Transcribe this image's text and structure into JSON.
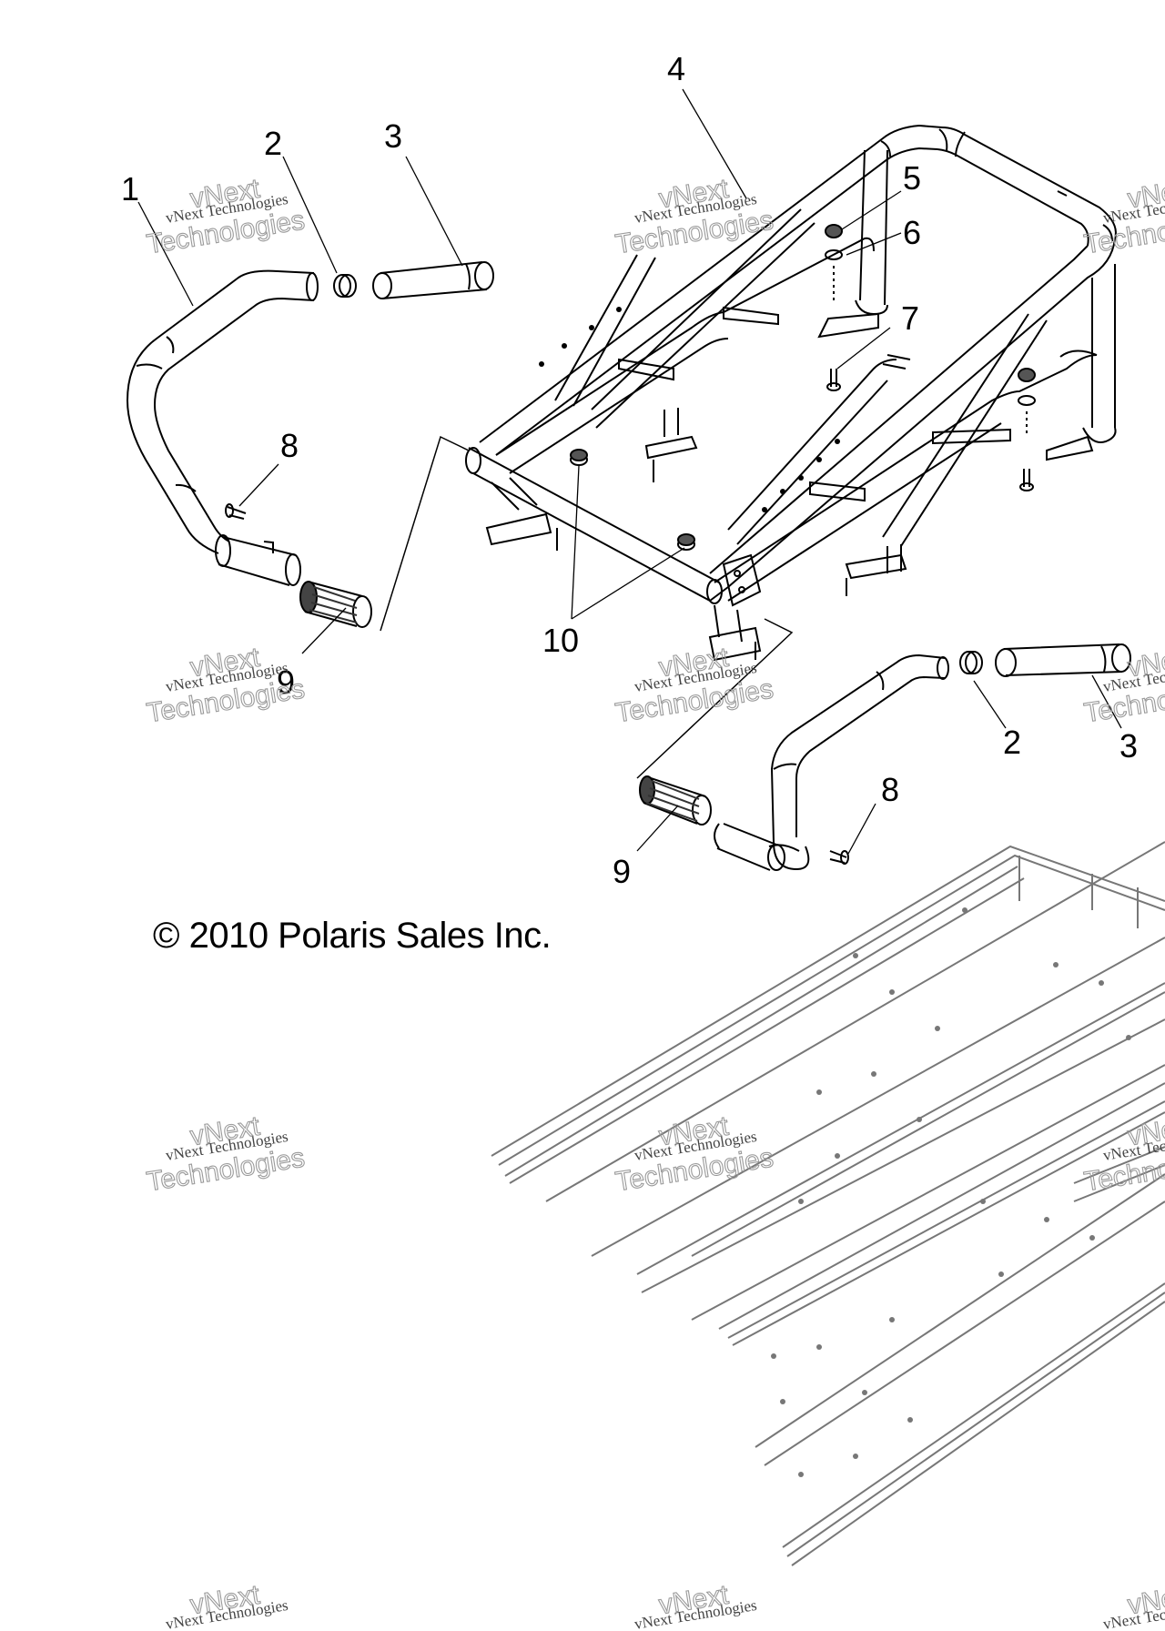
{
  "copyright": "© 2010 Polaris Sales Inc.",
  "watermark": {
    "line1": "vNext Technologies",
    "line2": "vNext",
    "line3": "Technologies"
  },
  "callouts": {
    "c1": "1",
    "c2_left": "2",
    "c3_left": "3",
    "c4": "4",
    "c5": "5",
    "c6": "6",
    "c7": "7",
    "c8_left": "8",
    "c9_left": "9",
    "c10": "10",
    "c2_right": "2",
    "c3_right": "3",
    "c8_right": "8",
    "c9_right": "9"
  },
  "colors": {
    "line": "#000000",
    "tunnel": "#777777",
    "watermark": "#9a9a9a"
  }
}
